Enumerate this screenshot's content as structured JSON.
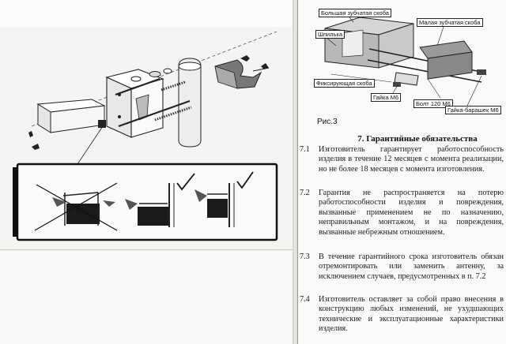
{
  "figure": {
    "labels": {
      "large_bracket": "Большая зубчатая скоба",
      "pin": "Шпилька",
      "small_bracket": "Малая зубчатая скоба",
      "fixing_bracket": "Фиксирующая скоба",
      "nut": "Гайка М6",
      "bolt": "Болт 120 М6",
      "wing_nut": "Гайка-барашек М6"
    },
    "caption": "Рис.3"
  },
  "warranty": {
    "title": "7. Гарантийные обязательства",
    "clauses": [
      {
        "num": "7.1",
        "text": "Изготовитель гарантирует работоспособность изделия в течение 12 месяцев с момента реализации, но не более 18 месяцев с момента изготовления."
      },
      {
        "num": "7.2",
        "text": "Гарантия не распространяется на потерю работоспособности изделия и повреждения, вызванные применением не по назначению, неправильным монтажом, и на повреждения, вызванные небрежным отношением."
      },
      {
        "num": "7.3",
        "text": "В течение гарантийного срока изготовитель обязан отремонтировать или заменить антенну, за исключением случаев, предусмотренных в п. 7.2"
      },
      {
        "num": "7.4",
        "text": "Изготовитель оставляет за собой право внесения в конструкцию любых изменений, не ухудшающих технические и эксплуатационные характеристики изделия."
      }
    ]
  },
  "colors": {
    "ink": "#1a1a1a",
    "paper": "#fafaf8",
    "shade": "#3a3a3a"
  }
}
